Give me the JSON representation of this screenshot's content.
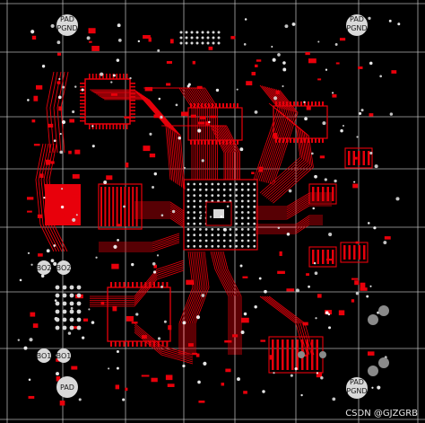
{
  "board": {
    "background": "#000000",
    "trace_color": "#e8000b",
    "grid_color": "#cfcfcf",
    "pad_color": "#d9d9d9",
    "via_color": "#ffffff",
    "hole_color": "#8a8a8a"
  },
  "corner_pads": [
    {
      "line1": "PAD",
      "line2": "PGND"
    },
    {
      "line1": "PAD",
      "line2": "PGND"
    },
    {
      "line1": "PAD",
      "line2": ""
    },
    {
      "line1": "PAD",
      "line2": "PGND"
    }
  ],
  "boot_labels": [
    {
      "a": "BO2",
      "b": "BO2"
    },
    {
      "a": "BO1",
      "b": "BO1"
    }
  ],
  "watermark": "CSDN @GJZGRB"
}
